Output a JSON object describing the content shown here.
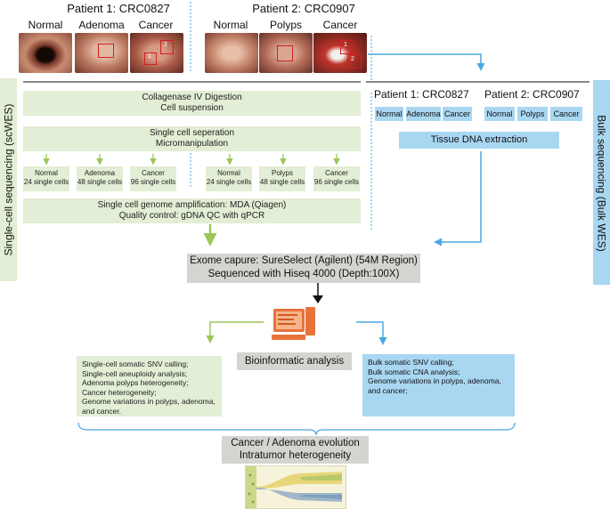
{
  "patient1_title": "Patient 1: CRC0827",
  "patient2_title": "Patient 2: CRC0907",
  "photo_labels": [
    "Normal",
    "Adenoma",
    "Cancer",
    "Normal",
    "Polyps",
    "Cancer"
  ],
  "photo_marks": [
    "1",
    "2",
    "1",
    "2"
  ],
  "side_left": "Single-cell sequencing (scWES)",
  "side_right": "Bulk sequencing (Bulk WES)",
  "step1": [
    "Collagenase IV Digestion",
    "Cell suspension"
  ],
  "step2": [
    "Single cell seperation",
    "Micromanipulation"
  ],
  "samples": [
    {
      "name": "Normal",
      "count": "24 single cells"
    },
    {
      "name": "Adenoma",
      "count": "48 single cells"
    },
    {
      "name": "Cancer",
      "count": "96 single cells"
    },
    {
      "name": "Normal",
      "count": "24 single cells"
    },
    {
      "name": "Polyps",
      "count": "48 single cells"
    },
    {
      "name": "Cancer",
      "count": "96 single cells"
    }
  ],
  "step3": [
    "Single cell genome amplification: MDA (Qiagen)",
    "Quality control: gDNA QC with qPCR"
  ],
  "bulk_p1_title": "Patient 1: CRC0827",
  "bulk_p2_title": "Patient 2: CRC0907",
  "bulk_p1_items": [
    "Normal",
    "Adenoma",
    "Cancer"
  ],
  "bulk_p2_items": [
    "Normal",
    "Polyps",
    "Cancer"
  ],
  "tissue_extraction": "Tissue DNA extraction",
  "exome": [
    "Exome capure: SureSelect (Agilent) (54M Region)",
    "Sequenced with Hiseq 4000 (Depth:100X)"
  ],
  "bioinformatic": "Bioinformatic analysis",
  "sc_analysis": [
    "Single-cell somatic SNV calling;",
    "Single-cell aneuploidy analysis;",
    "Adenoma polyps heterogeneity;",
    "Cancer heterogeneity;",
    "Genome variations in polyps, adenoma,",
    "and cancer."
  ],
  "bulk_analysis": [
    "Bulk somatic SNV calling;",
    "Bulk somatic CNA analysis;",
    "Genome variations in polyps, adenoma,",
    "and cancer;"
  ],
  "evolution": [
    "Cancer / Adenoma evolution",
    "Intratumor heterogeneity"
  ],
  "colors": {
    "green_box": "#e2eed5",
    "green_arrow": "#9cc65a",
    "blue_box": "#a9d7f2",
    "blue_arrow": "#4aa8e0",
    "gray_box": "#d4d4d0",
    "computer": "#e8733a"
  }
}
